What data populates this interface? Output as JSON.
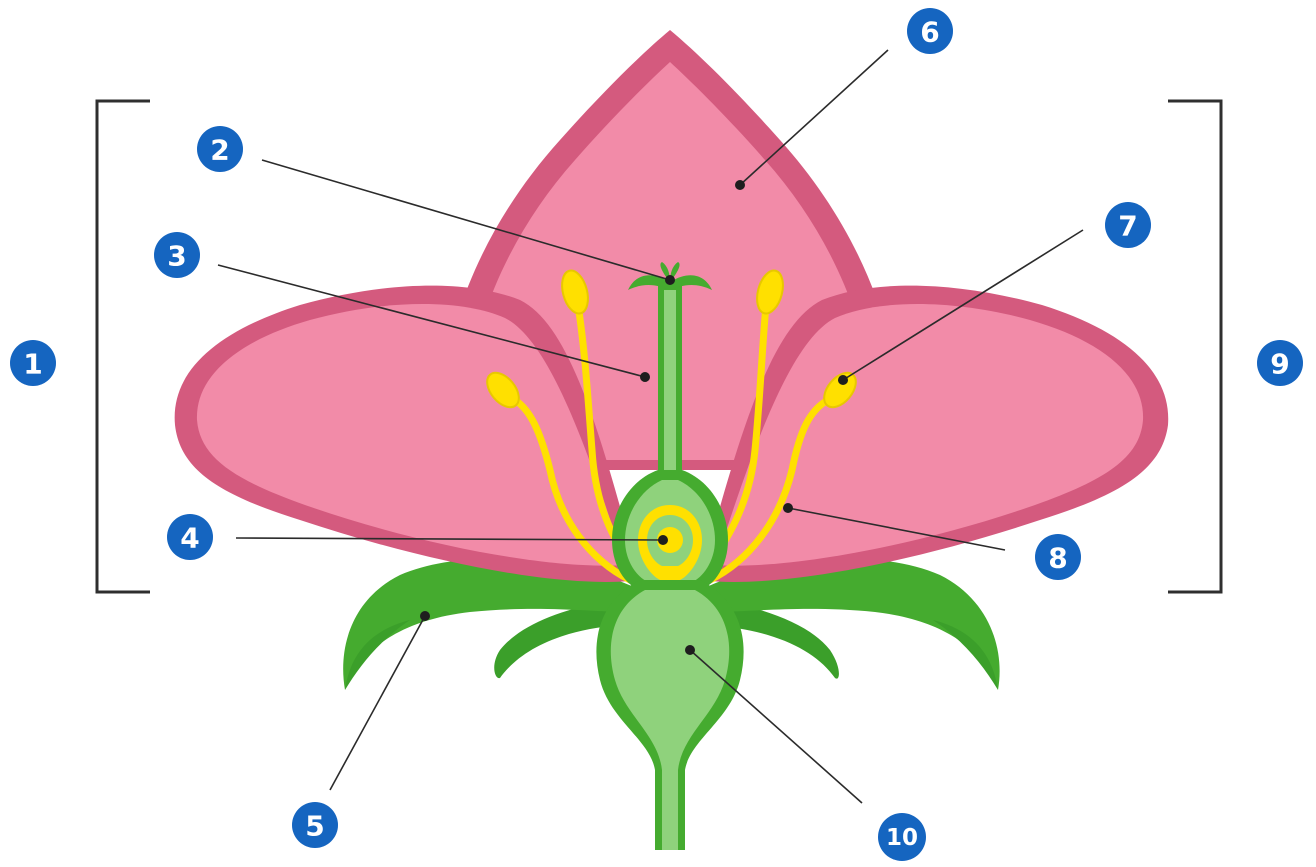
{
  "diagram": {
    "subject": "flower-cross-section",
    "colors": {
      "petal_outer": "#d45a7e",
      "petal_inner": "#f28ba8",
      "leaf_dark": "#3da62b",
      "leaf_light": "#8fd27c",
      "stamen_yellow": "#ffe000",
      "label_blue": "#1565c0",
      "line": "#2b2b2b"
    },
    "labels": [
      {
        "id": "1",
        "text": "1",
        "target": "bracket-left"
      },
      {
        "id": "2",
        "text": "2",
        "target": "stigma"
      },
      {
        "id": "3",
        "text": "3",
        "target": "style"
      },
      {
        "id": "4",
        "text": "4",
        "target": "ovule"
      },
      {
        "id": "5",
        "text": "5",
        "target": "sepal"
      },
      {
        "id": "6",
        "text": "6",
        "target": "petal"
      },
      {
        "id": "7",
        "text": "7",
        "target": "anther"
      },
      {
        "id": "8",
        "text": "8",
        "target": "filament"
      },
      {
        "id": "9",
        "text": "9",
        "target": "bracket-right"
      },
      {
        "id": "10",
        "text": "10",
        "target": "receptacle"
      }
    ]
  }
}
